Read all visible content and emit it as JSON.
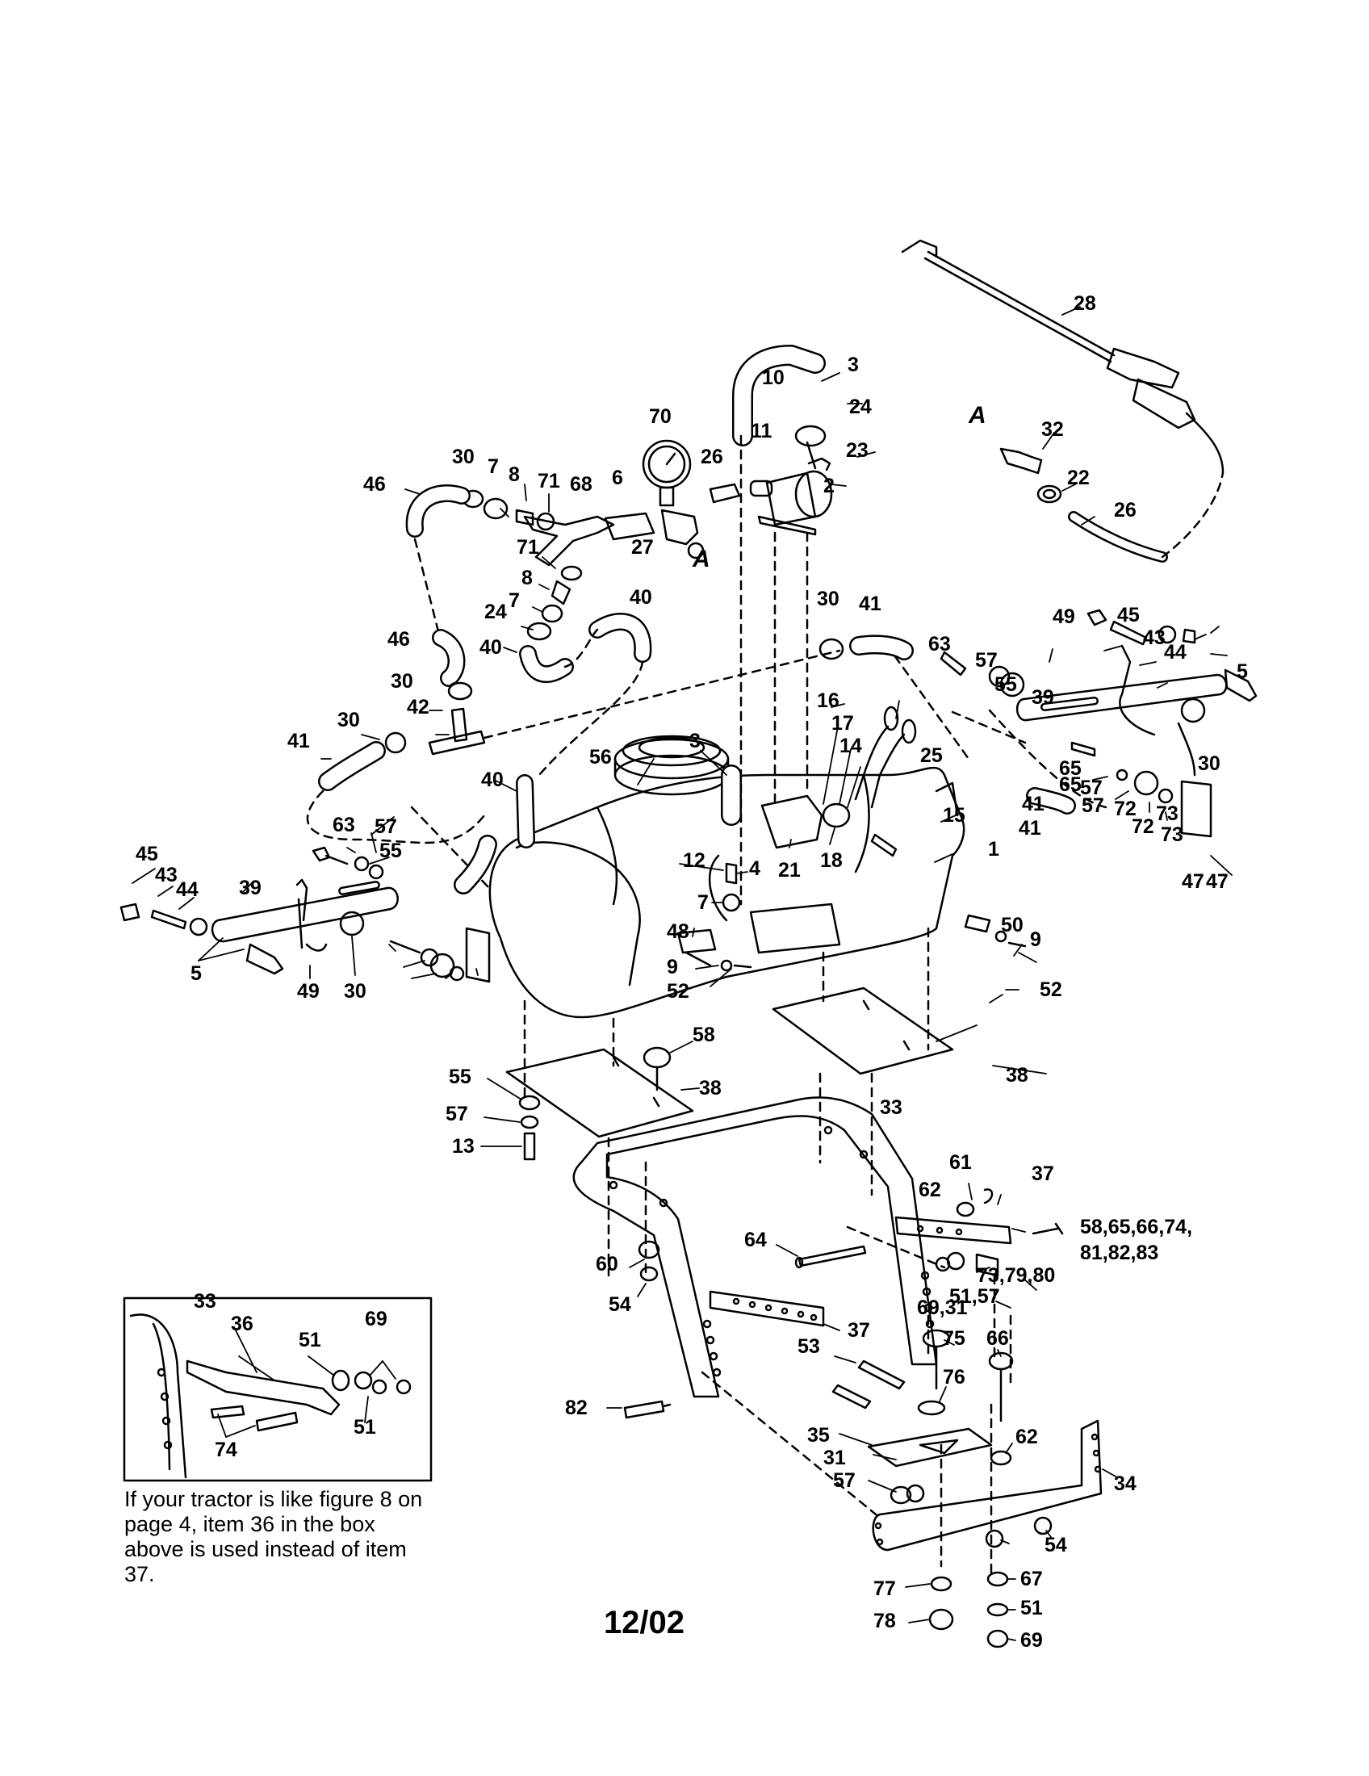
{
  "callouts": [
    {
      "id": "c28",
      "text": "28"
    },
    {
      "id": "c3a",
      "text": "3"
    },
    {
      "id": "c10",
      "text": "10"
    },
    {
      "id": "c24a",
      "text": "24"
    },
    {
      "id": "c70",
      "text": "70"
    },
    {
      "id": "c11",
      "text": "11"
    },
    {
      "id": "c23",
      "text": "23"
    },
    {
      "id": "c26a",
      "text": "26"
    },
    {
      "id": "c2",
      "text": "2"
    },
    {
      "id": "c32",
      "text": "32"
    },
    {
      "id": "c22",
      "text": "22"
    },
    {
      "id": "c26b",
      "text": "26"
    },
    {
      "id": "c30a",
      "text": "30"
    },
    {
      "id": "c7a",
      "text": "7"
    },
    {
      "id": "c8a",
      "text": "8"
    },
    {
      "id": "c71a",
      "text": "71"
    },
    {
      "id": "c68",
      "text": "68"
    },
    {
      "id": "c6",
      "text": "6"
    },
    {
      "id": "c46a",
      "text": "46"
    },
    {
      "id": "c27",
      "text": "27"
    },
    {
      "id": "c71b",
      "text": "71"
    },
    {
      "id": "c8b",
      "text": "8"
    },
    {
      "id": "c7b",
      "text": "7"
    },
    {
      "id": "c24b",
      "text": "24"
    },
    {
      "id": "c40a",
      "text": "40"
    },
    {
      "id": "c30b",
      "text": "30"
    },
    {
      "id": "c41a",
      "text": "41"
    },
    {
      "id": "c46b",
      "text": "46"
    },
    {
      "id": "c40b",
      "text": "40"
    },
    {
      "id": "c30c",
      "text": "30"
    },
    {
      "id": "c42",
      "text": "42"
    },
    {
      "id": "c30d",
      "text": "30"
    },
    {
      "id": "c41b",
      "text": "41"
    },
    {
      "id": "c63a",
      "text": "63"
    },
    {
      "id": "c57a",
      "text": "57"
    },
    {
      "id": "c55a",
      "text": "55"
    },
    {
      "id": "c39a",
      "text": "39"
    },
    {
      "id": "c49a",
      "text": "49"
    },
    {
      "id": "c45a",
      "text": "45"
    },
    {
      "id": "c43a",
      "text": "43"
    },
    {
      "id": "c44a",
      "text": "44"
    },
    {
      "id": "c5a",
      "text": "5"
    },
    {
      "id": "c30e",
      "text": "30"
    },
    {
      "id": "c16",
      "text": "16"
    },
    {
      "id": "c17",
      "text": "17"
    },
    {
      "id": "c14",
      "text": "14"
    },
    {
      "id": "c25",
      "text": "25"
    },
    {
      "id": "c56",
      "text": "56"
    },
    {
      "id": "c3b",
      "text": "3"
    },
    {
      "id": "c15",
      "text": "15"
    },
    {
      "id": "c1",
      "text": "1"
    },
    {
      "id": "c40c",
      "text": "40"
    },
    {
      "id": "c12",
      "text": "12"
    },
    {
      "id": "c4",
      "text": "4"
    },
    {
      "id": "c7c",
      "text": "7"
    },
    {
      "id": "c21",
      "text": "21"
    },
    {
      "id": "c18",
      "text": "18"
    },
    {
      "id": "c65a",
      "text": "65"
    },
    {
      "id": "c57b",
      "text": "57"
    },
    {
      "id": "c72a",
      "text": "72"
    },
    {
      "id": "c73a",
      "text": "73"
    },
    {
      "id": "c41c",
      "text": "41"
    },
    {
      "id": "c47a",
      "text": "47"
    },
    {
      "id": "c50",
      "text": "50"
    },
    {
      "id": "c9a",
      "text": "9"
    },
    {
      "id": "c52a",
      "text": "52"
    },
    {
      "id": "c45b",
      "text": "45"
    },
    {
      "id": "c43b",
      "text": "43"
    },
    {
      "id": "c44b",
      "text": "44"
    },
    {
      "id": "c63b",
      "text": "63"
    },
    {
      "id": "c57c",
      "text": "57"
    },
    {
      "id": "c55b",
      "text": "55"
    },
    {
      "id": "c39b",
      "text": "39"
    },
    {
      "id": "c41d",
      "text": "41"
    },
    {
      "id": "c5b",
      "text": "5"
    },
    {
      "id": "c49b",
      "text": "49"
    },
    {
      "id": "c30f",
      "text": "30"
    },
    {
      "id": "c65b",
      "text": "65"
    },
    {
      "id": "c57d",
      "text": "57"
    },
    {
      "id": "c72b",
      "text": "72"
    },
    {
      "id": "c73b",
      "text": "73"
    },
    {
      "id": "c47b",
      "text": "47"
    },
    {
      "id": "c48",
      "text": "48"
    },
    {
      "id": "c9b",
      "text": "9"
    },
    {
      "id": "c52b",
      "text": "52"
    },
    {
      "id": "c58a",
      "text": "58"
    },
    {
      "id": "c38a",
      "text": "38"
    },
    {
      "id": "c38b",
      "text": "38"
    },
    {
      "id": "c55c",
      "text": "55"
    },
    {
      "id": "c57e",
      "text": "57"
    },
    {
      "id": "c13",
      "text": "13"
    },
    {
      "id": "c33a",
      "text": "33"
    },
    {
      "id": "c61",
      "text": "61"
    },
    {
      "id": "c62a",
      "text": "62"
    },
    {
      "id": "c37a",
      "text": "37"
    },
    {
      "id": "c58list",
      "text": "58,65,66,74,"
    },
    {
      "id": "c81list",
      "text": "81,82,83"
    },
    {
      "id": "c64",
      "text": "64"
    },
    {
      "id": "c73list",
      "text": "73,79,80"
    },
    {
      "id": "c51list",
      "text": "51,57"
    },
    {
      "id": "c69list",
      "text": "69,31"
    },
    {
      "id": "c60",
      "text": "60"
    },
    {
      "id": "c54a",
      "text": "54"
    },
    {
      "id": "c37b",
      "text": "37"
    },
    {
      "id": "c33b",
      "text": "33"
    },
    {
      "id": "c36",
      "text": "36"
    },
    {
      "id": "c51a",
      "text": "51"
    },
    {
      "id": "c69a",
      "text": "69"
    },
    {
      "id": "c51b",
      "text": "51"
    },
    {
      "id": "c74",
      "text": "74"
    },
    {
      "id": "c75",
      "text": "75"
    },
    {
      "id": "c53",
      "text": "53"
    },
    {
      "id": "c76",
      "text": "76"
    },
    {
      "id": "c66",
      "text": "66"
    },
    {
      "id": "c82",
      "text": "82"
    },
    {
      "id": "c35",
      "text": "35"
    },
    {
      "id": "c31",
      "text": "31"
    },
    {
      "id": "c62b",
      "text": "62"
    },
    {
      "id": "c57f",
      "text": "57"
    },
    {
      "id": "c34",
      "text": "34"
    },
    {
      "id": "c54b",
      "text": "54"
    },
    {
      "id": "c67",
      "text": "67"
    },
    {
      "id": "c77",
      "text": "77"
    },
    {
      "id": "c51c",
      "text": "51"
    },
    {
      "id": "c78",
      "text": "78"
    },
    {
      "id": "c69b",
      "text": "69"
    }
  ],
  "connection_letters": [
    "A",
    "A"
  ],
  "inset_note": "If your tractor is like figure 8 on page 4, item 36 in the box above is used instead of item 37.",
  "footer_date": "12/02",
  "colors": {
    "ink": "#000000",
    "paper": "#ffffff"
  }
}
